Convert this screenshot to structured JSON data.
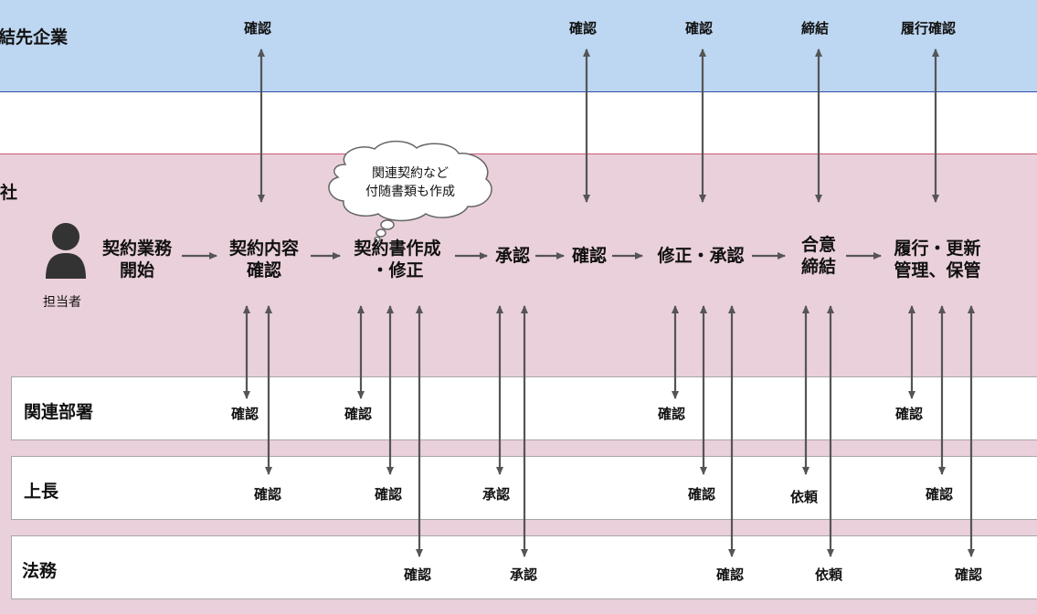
{
  "swimlanes": {
    "partner": "結先企業",
    "company": "社",
    "related_dept": "関連部署",
    "boss": "上長",
    "legal": "法務"
  },
  "partner_actions": [
    "確認",
    "確認",
    "確認",
    "締結",
    "履行確認"
  ],
  "actor": "担当者",
  "note": [
    "関連契約など",
    "付随書類も作成"
  ],
  "steps": [
    {
      "line1": "契約業務",
      "line2": "開始"
    },
    {
      "line1": "契約内容",
      "line2": "確認"
    },
    {
      "line1": "契約書作成",
      "line2": "・修正"
    },
    {
      "line1": "承認",
      "line2": ""
    },
    {
      "line1": "確認",
      "line2": ""
    },
    {
      "line1": "修正・承認",
      "line2": ""
    },
    {
      "line1": "合意",
      "line2": "締結"
    },
    {
      "line1": "履行・更新",
      "line2": "管理、保管"
    }
  ],
  "related_actions": [
    "確認",
    "確認",
    "確認",
    "確認"
  ],
  "boss_actions": [
    "確認",
    "確認",
    "承認",
    "確認",
    "依頼",
    "確認"
  ],
  "legal_actions": [
    "確認",
    "承認",
    "確認",
    "依頼",
    "確認"
  ]
}
